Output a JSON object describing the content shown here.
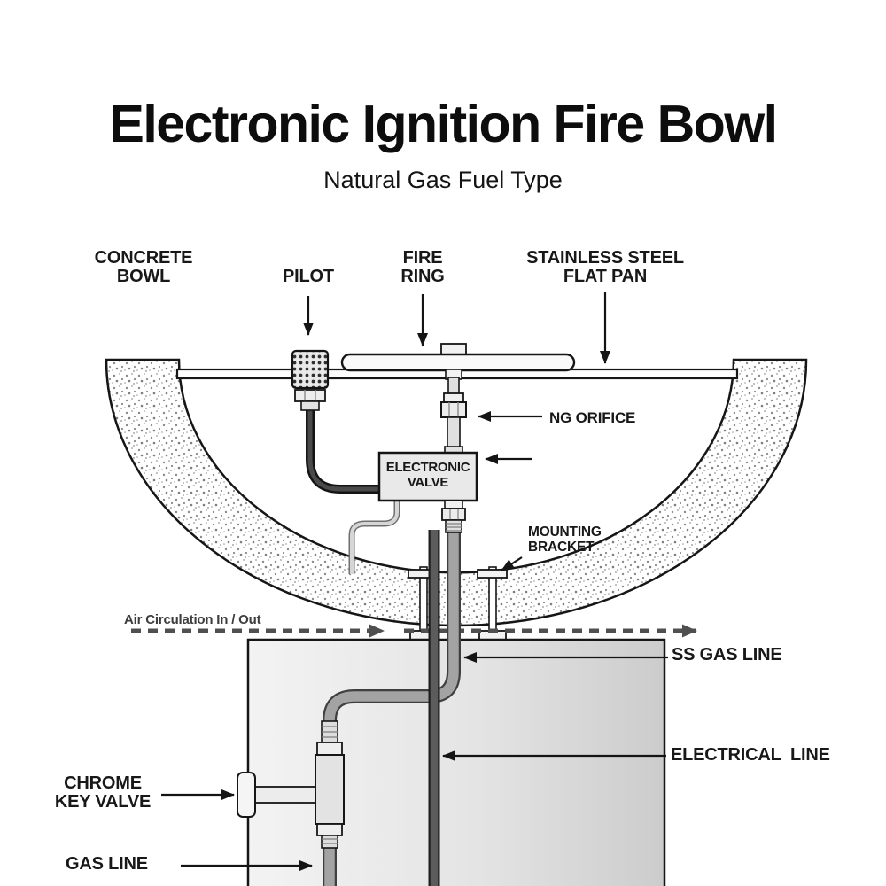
{
  "title": "Electronic Ignition Fire Bowl",
  "subtitle": "Natural Gas Fuel Type",
  "labels": {
    "concrete_bowl": {
      "line1": "CONCRETE",
      "line2": "BOWL"
    },
    "pilot": "PILOT",
    "fire_ring": {
      "line1": "FIRE",
      "line2": "RING"
    },
    "flat_pan": {
      "line1": "STAINLESS STEEL",
      "line2": "FLAT PAN"
    },
    "ng_orifice": "NG ORIFICE",
    "electronic_valve": {
      "line1": "ELECTRONIC",
      "line2": "VALVE"
    },
    "mounting_bracket": {
      "line1": "MOUNTING",
      "line2": "BRACKET"
    },
    "air_circulation": "Air Circulation In / Out",
    "ss_gas_line": "SS GAS LINE",
    "electrical_line": "ELECTRICAL  LINE",
    "chrome_key_valve": {
      "line1": "CHROME",
      "line2": "KEY VALVE"
    },
    "gas_line": "GAS LINE"
  },
  "colors": {
    "ink": "#141414",
    "valve_fill": "#e9e9e9",
    "pipe_gray": "#a3a3a3",
    "cable_gray": "#5c5c5c",
    "pedestal_gray": "#e4e4e4",
    "air_arrow_gray": "#4f4f4f"
  }
}
